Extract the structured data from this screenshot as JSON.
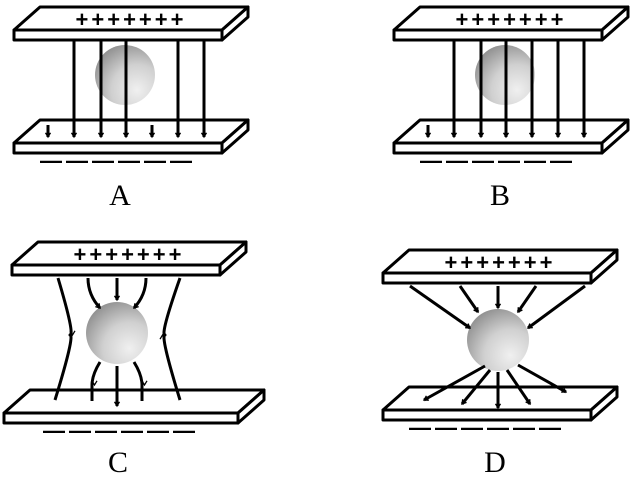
{
  "panels": [
    {
      "label": "A",
      "positive": "+++++++",
      "negative": "——————",
      "field": "uniform-through-sphere"
    },
    {
      "label": "B",
      "positive": "+++++++",
      "negative": "——————",
      "field": "uniform-through-sphere-center-line"
    },
    {
      "label": "C",
      "positive": "+++++++",
      "negative": "——————",
      "field": "bulging-around-sphere"
    },
    {
      "label": "D",
      "positive": "+++++++",
      "negative": "——————",
      "field": "converging-into-sphere"
    }
  ],
  "colors": {
    "line": "#000000",
    "sphere_light": "#eeeeee",
    "sphere_dark": "#9a9a9a"
  }
}
